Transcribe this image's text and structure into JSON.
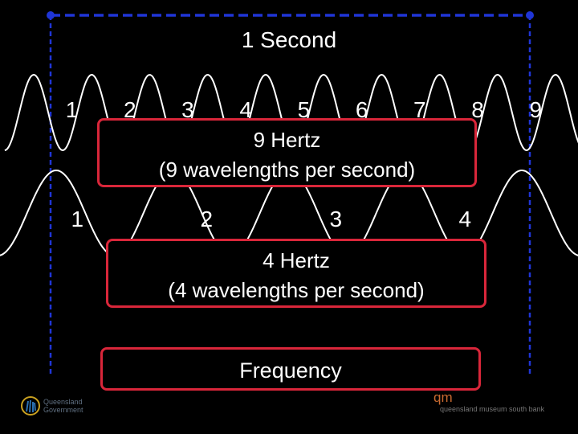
{
  "title": "1 Second",
  "top_wave": {
    "cycles": 9,
    "labels": [
      "1",
      "2",
      "3",
      "4",
      "5",
      "6",
      "7",
      "8",
      "9"
    ],
    "box_line1": "9 Hertz",
    "box_line2": "(9 wavelengths per second)"
  },
  "bottom_wave": {
    "cycles": 4,
    "labels": [
      "1",
      "2",
      "3",
      "4"
    ],
    "box_line1": "4 Hertz",
    "box_line2": "(4 wavelengths per second)"
  },
  "frequency_label": "Frequency",
  "logos": {
    "left_line1": "Queensland",
    "left_line2": "Government",
    "right_mark": "qm",
    "right_text": "queensland museum south bank"
  },
  "colors": {
    "background": "#000000",
    "wave": "#ffffff",
    "second_marker": "#1f35d6",
    "box_border": "#d9263a"
  }
}
